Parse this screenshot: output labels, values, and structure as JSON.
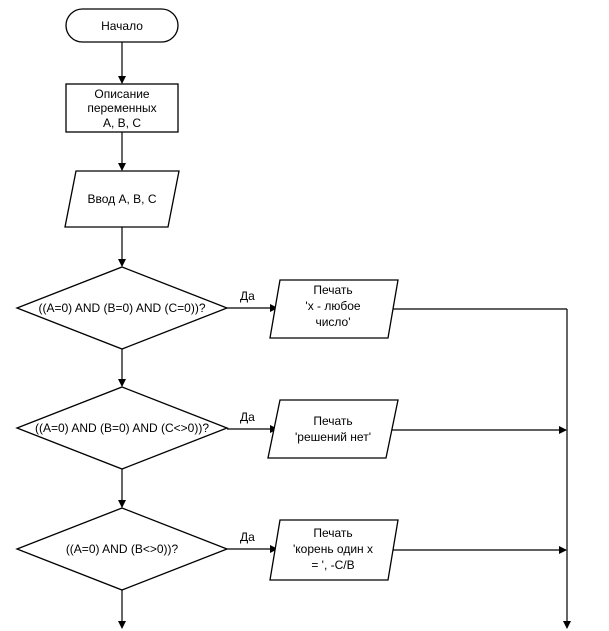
{
  "flowchart": {
    "start_label": "Начало",
    "declare_lines": [
      "Описание",
      "переменных",
      "A, B, C"
    ],
    "input_label": "Ввод A, B, C",
    "yes_label": "Да",
    "conditions": [
      {
        "text": "((A=0) AND (B=0) AND (C=0))?",
        "output_lines": [
          "Печать",
          "'x - любое",
          "число'"
        ]
      },
      {
        "text": "((A=0) AND (B=0) AND (C<>0))?",
        "output_lines": [
          "Печать",
          "'решений нет'"
        ]
      },
      {
        "text": "((A=0) AND (B<>0))?",
        "output_lines": [
          "Печать",
          "'корень один x",
          "= ', -C/B"
        ]
      }
    ]
  }
}
